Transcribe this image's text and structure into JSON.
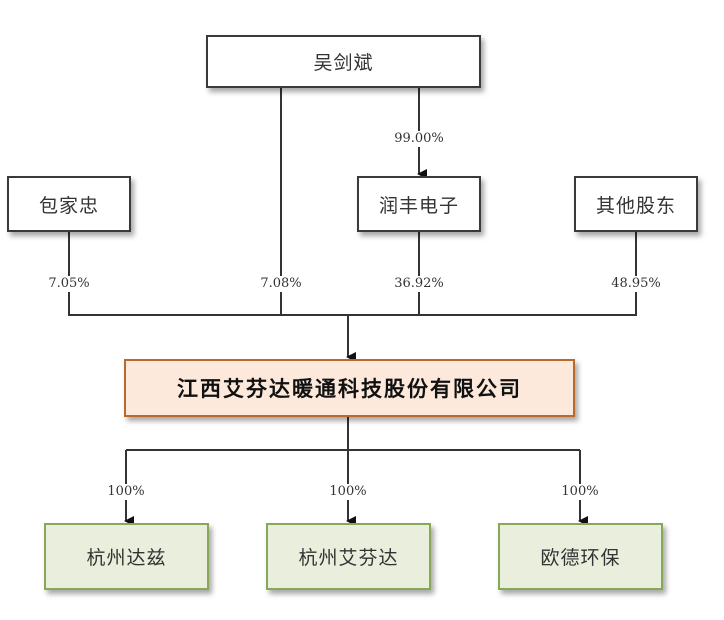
{
  "diagram": {
    "type": "ownership-structure",
    "top_shareholder": {
      "name": "吴剑斌"
    },
    "shareholders": [
      {
        "name": "包家忠",
        "stake": "7.05%"
      },
      {
        "name": "吴剑斌",
        "stake": "7.08%",
        "direct": true
      },
      {
        "name": "润丰电子",
        "stake": "36.92%"
      },
      {
        "name": "其他股东",
        "stake": "48.95%"
      }
    ],
    "intermediate_link": {
      "from": "吴剑斌",
      "to": "润丰电子",
      "stake": "99.00%"
    },
    "company": {
      "name": "江西艾芬达暖通科技股份有限公司"
    },
    "subsidiaries": [
      {
        "name": "杭州达兹",
        "stake": "100%"
      },
      {
        "name": "杭州艾芬达",
        "stake": "100%"
      },
      {
        "name": "欧德环保",
        "stake": "100%"
      }
    ],
    "colors": {
      "company_fill": "#fde9dc",
      "company_border": "#b8692e",
      "subsidiary_fill": "#e9efdc",
      "subsidiary_border": "#86a857",
      "shareholder_fill": "#ffffff",
      "line": "#333333"
    }
  }
}
